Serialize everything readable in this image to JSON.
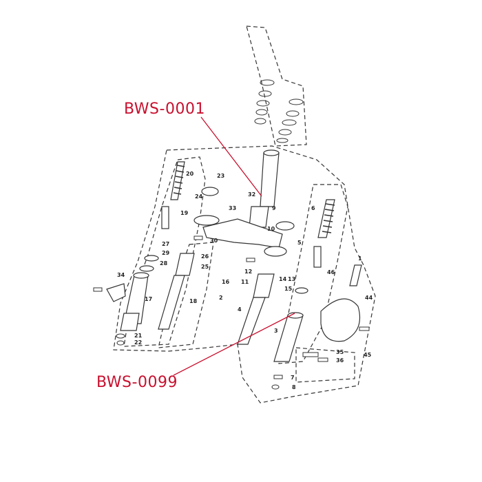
{
  "callouts": {
    "upper": "BWS-0001",
    "lower": "BWS-0099"
  },
  "parts": [
    {
      "n": "20"
    },
    {
      "n": "23"
    },
    {
      "n": "24"
    },
    {
      "n": "19"
    },
    {
      "n": "32"
    },
    {
      "n": "33"
    },
    {
      "n": "9"
    },
    {
      "n": "10"
    },
    {
      "n": "6"
    },
    {
      "n": "27"
    },
    {
      "n": "29"
    },
    {
      "n": "28"
    },
    {
      "n": "30"
    },
    {
      "n": "26"
    },
    {
      "n": "25"
    },
    {
      "n": "5"
    },
    {
      "n": "1"
    },
    {
      "n": "46"
    },
    {
      "n": "34"
    },
    {
      "n": "12"
    },
    {
      "n": "11"
    },
    {
      "n": "16"
    },
    {
      "n": "13"
    },
    {
      "n": "15"
    },
    {
      "n": "17"
    },
    {
      "n": "18"
    },
    {
      "n": "2"
    },
    {
      "n": "4"
    },
    {
      "n": "44"
    },
    {
      "n": "3"
    },
    {
      "n": "21"
    },
    {
      "n": "22"
    },
    {
      "n": "35"
    },
    {
      "n": "36"
    },
    {
      "n": "45"
    },
    {
      "n": "7"
    },
    {
      "n": "8"
    },
    {
      "n": "14"
    }
  ],
  "colors": {
    "callout": "#c8102e",
    "line": "#333333",
    "leader": "#c8102e"
  }
}
